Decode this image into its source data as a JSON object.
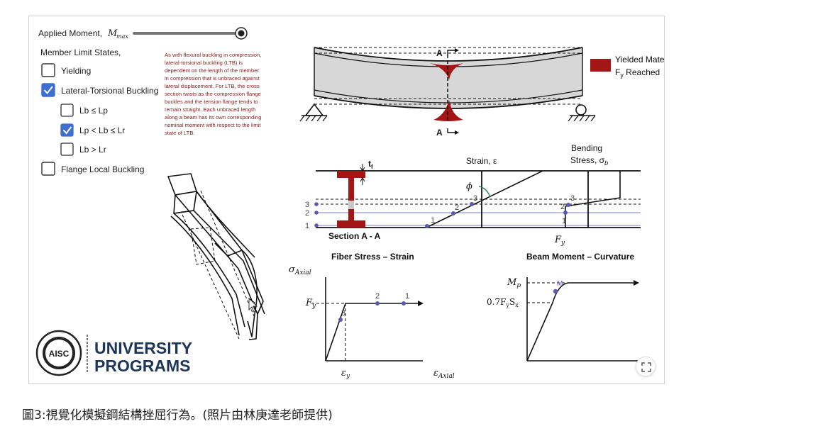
{
  "controls": {
    "moment_label": "Applied Moment,",
    "moment_symbol": "M",
    "moment_subscript": "max",
    "moment_fraction": 1.0,
    "limit_states_title": "Member Limit States,",
    "checkboxes": [
      {
        "label": "Yielding",
        "checked": false
      },
      {
        "label": "Lateral-Torsional Buckling",
        "checked": true
      },
      {
        "label": "Flange Local Buckling",
        "checked": false
      }
    ],
    "ltb_subcases": [
      {
        "label": "Lb ≤ Lp",
        "checked": false
      },
      {
        "label": "Lp < Lb ≤ Lr",
        "checked": true
      },
      {
        "label": "Lb > Lr",
        "checked": false
      }
    ]
  },
  "description": [
    "As with flexural buckling in compression,",
    "lateral-torsional buckling (LTB) is",
    "dependent on the length of the member",
    "in compression that is unbraced against",
    "lateral displacement. For LTB, the cross",
    "section twists as the compression flange",
    "buckles and the tension flange tends to",
    "remain straight. Each unbraced length",
    "along a beam has its own corresponding",
    "nominal moment with respect to the limit",
    "state of LTB."
  ],
  "beam": {
    "section_marker": "A",
    "legend_line1": "Yielded Mate",
    "legend_line2_pre": "F",
    "legend_line2_sub": "y",
    "legend_line2_post": " Reached",
    "yield_color": "#a31616"
  },
  "section": {
    "label": "Section A - A",
    "tf_label": "t",
    "tf_sub": "f",
    "fiber_numbers": [
      "1",
      "2",
      "3"
    ],
    "strain_label": "Strain, ε",
    "phi_label": "ϕ",
    "bending_label": "Bending",
    "stress_label": "Stress, σ",
    "stress_sub": "b",
    "fy_label": "F",
    "fy_sub": "y"
  },
  "fiber_chart": {
    "title": "Fiber Stress – Strain",
    "y_axis": "σ",
    "y_axis_sub": "Axial",
    "x_axis": "ε",
    "x_axis_sub": "Axial",
    "fy_tick": "F",
    "fy_tick_sub": "y",
    "ey_tick": "ε",
    "ey_tick_sub": "y",
    "points": [
      "3",
      "2",
      "1"
    ]
  },
  "moment_chart": {
    "title": "Beam Moment – Curvature",
    "mp_tick": "M",
    "mp_tick_sub": "p",
    "my_tick": "0.7F",
    "my_tick_sub": "y",
    "my_tick_post": "S",
    "my_tick_post_sub": "x",
    "point_label": "M"
  },
  "logo": {
    "line1": "UNIVERSITY",
    "line2": "PROGRAMS",
    "seal_text": "AISC",
    "color": "#1d3557"
  },
  "caption": "圖3:視覺化模擬鋼結構挫屈行為。(照片由林庚達老師提供)"
}
